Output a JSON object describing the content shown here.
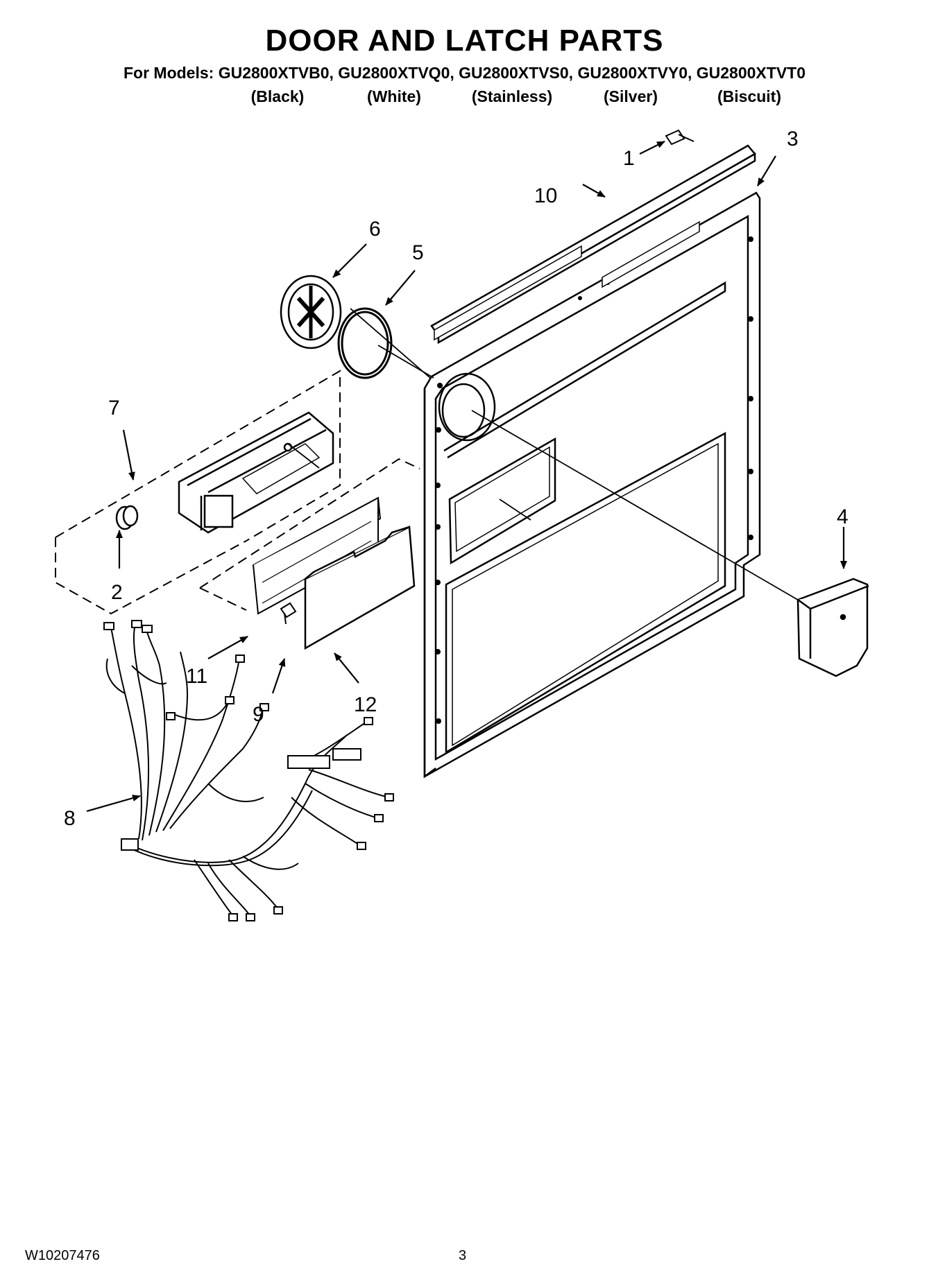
{
  "header": {
    "title": "DOOR AND LATCH PARTS",
    "models_line": "For Models: GU2800XTVB0, GU2800XTVQ0, GU2800XTVS0, GU2800XTVY0, GU2800XTVT0",
    "variants": [
      "(Black)",
      "(White)",
      "(Stainless)",
      "(Silver)",
      "(Biscuit)"
    ]
  },
  "callouts": [
    "1",
    "2",
    "3",
    "4",
    "5",
    "6",
    "7",
    "8",
    "9",
    "10",
    "11",
    "12"
  ],
  "footer": {
    "doc_number": "W10207476",
    "page_number": "3"
  }
}
